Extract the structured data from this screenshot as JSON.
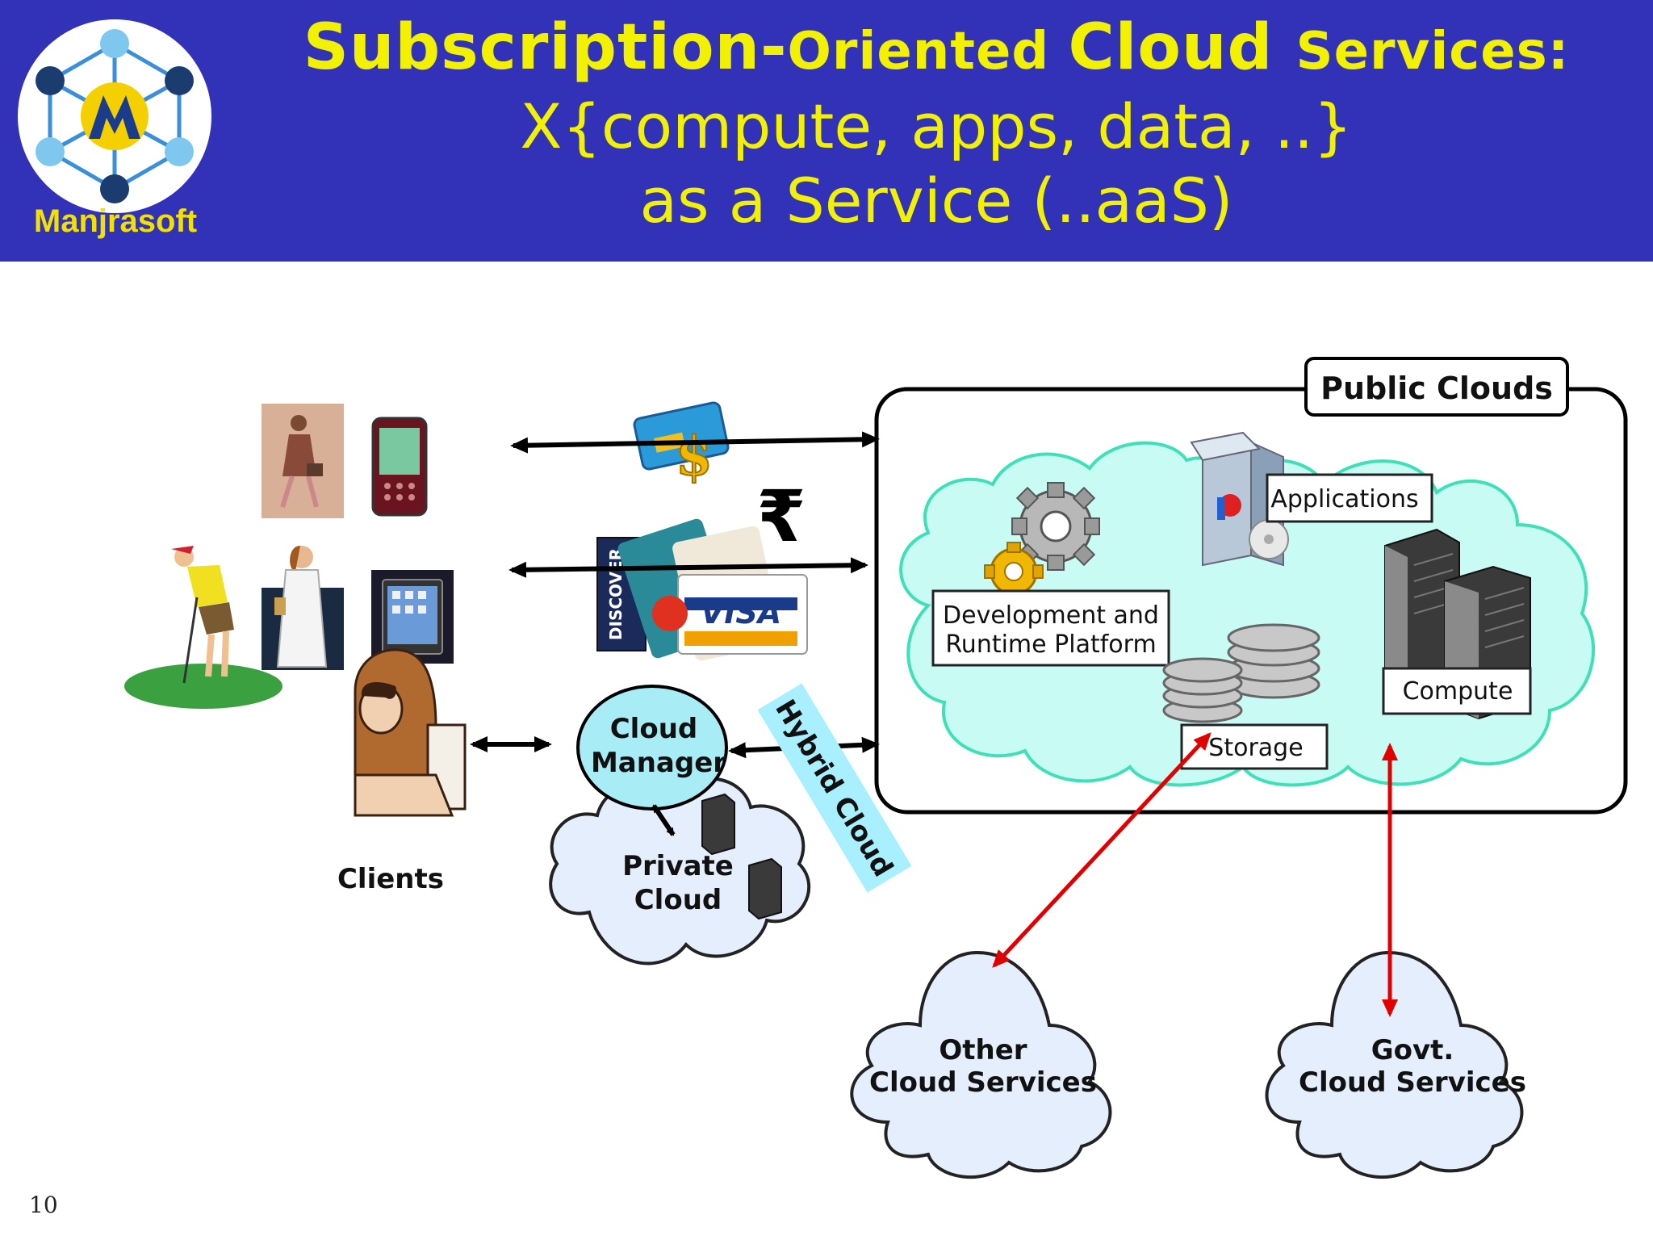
{
  "header": {
    "title_part1": "Subscription-",
    "title_part2": "Oriented ",
    "title_part3": "Cloud ",
    "title_part4": "Services:",
    "title_line2": "X{compute, apps, data, ..}",
    "title_line3": "as a Service (..aaS)",
    "logo_text": "Manjrasoft",
    "background_color": "#3232b8",
    "title_color": "#f2f200"
  },
  "clients": {
    "label": "Clients",
    "icons": [
      "businesswoman-icon",
      "smartphone-icon",
      "golfer-icon",
      "doctor-icon",
      "tablet-icon",
      "office-worker-icon"
    ]
  },
  "payment": {
    "icons": [
      "credit-card-dollar-icon",
      "rupee-icon",
      "credit-cards-icon"
    ],
    "rupee_symbol": "₹",
    "card_text": "VISA",
    "card2_text": "DISCOVER"
  },
  "cloud_manager": {
    "label_line1": "Cloud",
    "label_line2": "Manager",
    "fill_color": "#a8ecf6"
  },
  "private_cloud": {
    "label_line1": "Private",
    "label_line2": "Cloud"
  },
  "hybrid_cloud": {
    "label": "Hybrid Cloud",
    "fill_color": "#a8f0ff"
  },
  "public_clouds": {
    "label": "Public Clouds",
    "components": {
      "dev_platform_line1": "Development and",
      "dev_platform_line2": "Runtime Platform",
      "applications": "Applications",
      "storage": "Storage",
      "compute": "Compute"
    },
    "cloud_color": "#c8fbf4"
  },
  "other_cloud": {
    "label_line1": "Other",
    "label_line2": "Cloud Services"
  },
  "govt_cloud": {
    "label_line1": "Govt.",
    "label_line2": "Cloud Services"
  },
  "arrow_colors": {
    "black": "#000000",
    "red": "#e00000"
  },
  "page_number": "10"
}
